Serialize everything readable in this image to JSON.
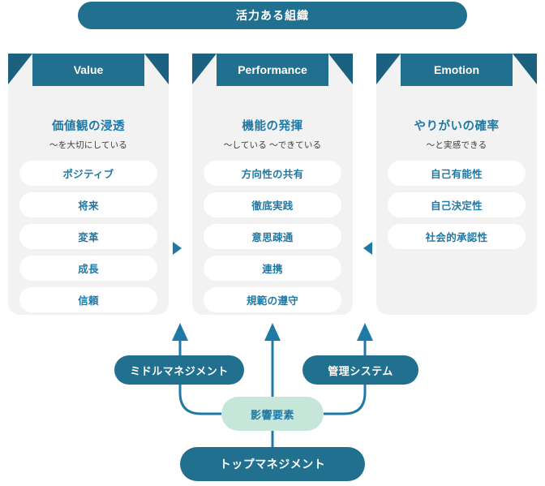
{
  "header": {
    "title": "活力ある組織"
  },
  "colors": {
    "teal": "#21708f",
    "accent_text": "#1f79a7",
    "card_bg": "#f2f2f2",
    "mint": "#c6e6da",
    "pill_bg": "#ffffff",
    "page_bg": "#ffffff"
  },
  "columns": [
    {
      "banner": "Value",
      "title": "価値観の浸透",
      "subtitle": "〜を大切にしている",
      "items": [
        "ポジティブ",
        "将来",
        "変革",
        "成長",
        "信頼"
      ]
    },
    {
      "banner": "Performance",
      "title": "機能の発揮",
      "subtitle": "〜している 〜できている",
      "items": [
        "方向性の共有",
        "徹底実践",
        "意思疎通",
        "連携",
        "規範の遵守"
      ]
    },
    {
      "banner": "Emotion",
      "title": "やりがいの確率",
      "subtitle": "〜と実感できる",
      "items": [
        "自己有能性",
        "自己決定性",
        "社会的承認性"
      ]
    }
  ],
  "flow_arrows": [
    {
      "name": "value-to-performance",
      "direction": "right"
    },
    {
      "name": "emotion-to-performance",
      "direction": "left"
    }
  ],
  "bottom": {
    "middle_management": "ミドルマネジメント",
    "management_system": "管理システム",
    "influence_factor": "影響要素",
    "top_management": "トップマネジメント"
  }
}
